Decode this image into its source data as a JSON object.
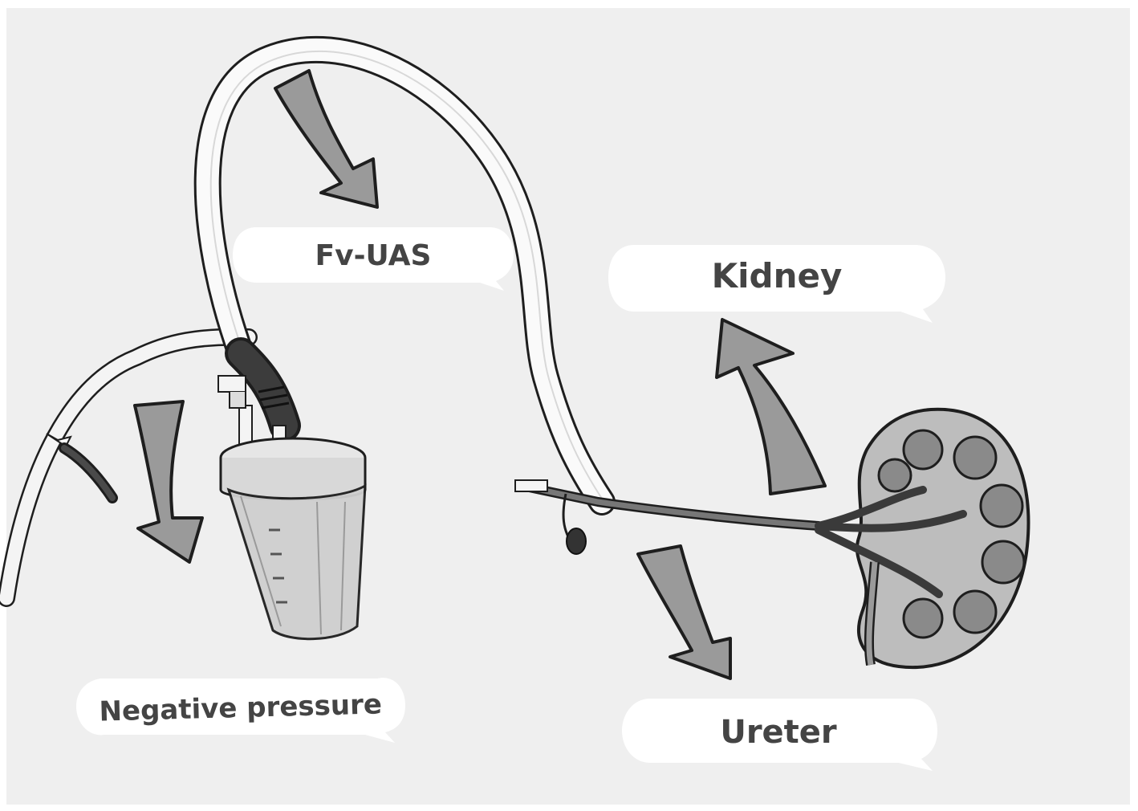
{
  "labels": {
    "fv_uas": "Fv-UAS",
    "kidney": "Kidney",
    "negative_pressure": "Negative pressure",
    "ureter": "Ureter"
  },
  "colors": {
    "background": "#efefef",
    "bubble": "#ffffff",
    "arrow_fill": "#9a9a9a",
    "outline": "#1e1e1e",
    "tube": "#ffffff",
    "kidney_body": "#bdbdbd",
    "kidney_calyx": "#8a8a8a",
    "dark": "#3a3a3a"
  }
}
